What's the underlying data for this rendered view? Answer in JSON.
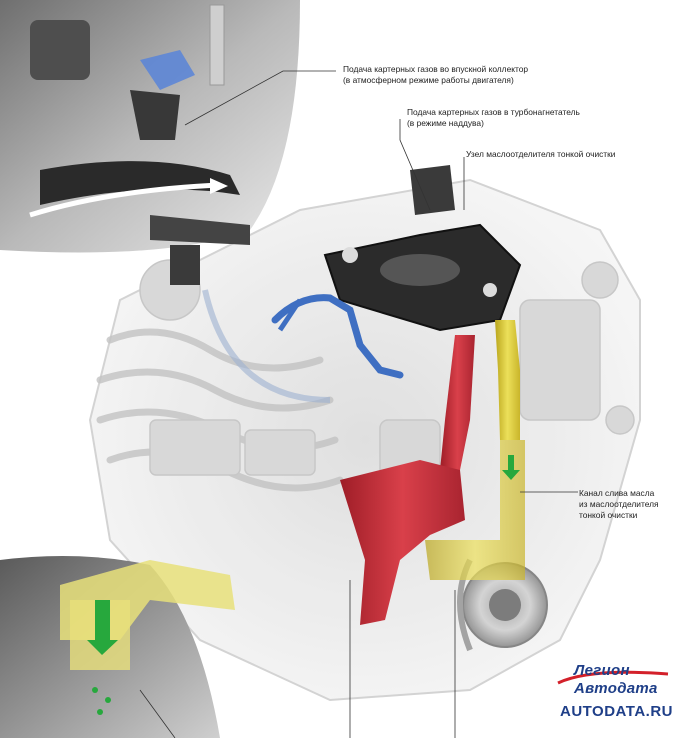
{
  "labels": {
    "intake_feed_line1": "Подача картерных газов во впускной коллектор",
    "intake_feed_line2": "(в атмосферном режиме работы двигателя)",
    "turbo_feed_line1": "Подача картерных газов в турбонагнетатель",
    "turbo_feed_line2": "(в режиме наддува)",
    "fine_separator": "Узел маслоотделителя тонкой очистки",
    "drain_line1": "Канал слива масла",
    "drain_line2": "из маслоотделителя",
    "drain_line3": "тонкой очистки"
  },
  "watermark": {
    "brand_top": "Легион",
    "brand_bottom": "Автодата",
    "url": "AUTODATA.RU"
  },
  "colors": {
    "separator_red": "#c62b35",
    "drain_yellow": "#d9c52a",
    "feed_blue": "#3f6fc2",
    "oil_green": "#27a83d",
    "watermark_blue": "#1f3f88",
    "watermark_red": "#d3202a"
  }
}
